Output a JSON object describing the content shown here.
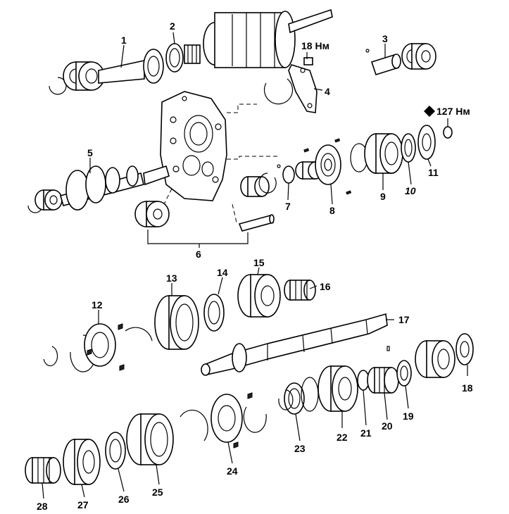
{
  "diagram": {
    "callouts": {
      "c1": "1",
      "c2": "2",
      "c3": "3",
      "c4": "4",
      "c5": "5",
      "c6": "6",
      "c7": "7",
      "c8": "8",
      "c9": "9",
      "c10": "10",
      "c11": "11",
      "c12": "12",
      "c13": "13",
      "c14": "14",
      "c15": "15",
      "c16": "16",
      "c17": "17",
      "c18": "18",
      "c19": "19",
      "c20": "20",
      "c21": "21",
      "c22": "22",
      "c23": "23",
      "c24": "24",
      "c25": "25",
      "c26": "26",
      "c27": "27",
      "c28": "28"
    },
    "torque": {
      "t18": "18 Нм",
      "t127": "127 Нм"
    }
  }
}
